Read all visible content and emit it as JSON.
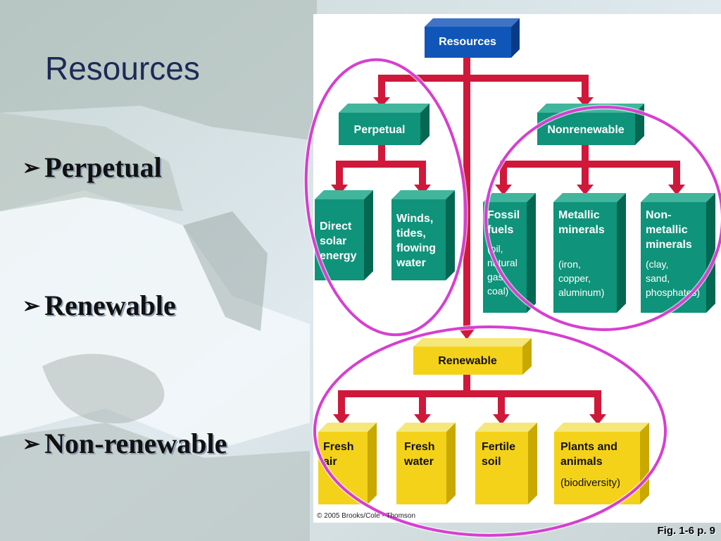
{
  "slide": {
    "title": "Resources",
    "bullets": [
      "Perpetual",
      "Renewable",
      "Non-renewable"
    ],
    "caption": "Fig. 1-6 p. 9"
  },
  "diagram": {
    "copyright": "© 2005 Brooks/Cole - Thomson",
    "nodes": {
      "resources": "Resources",
      "perpetual": "Perpetual",
      "nonrenewable": "Nonrenewable",
      "renewable": "Renewable",
      "direct_solar": [
        "Direct",
        "solar",
        "energy"
      ],
      "winds": [
        "Winds,",
        "tides,",
        "flowing",
        "water"
      ],
      "fossil": {
        "title": [
          "Fossil",
          "fuels"
        ],
        "detail": [
          "(oil,",
          "natural",
          "gas,",
          "coal)"
        ]
      },
      "metallic": {
        "title": [
          "Metallic",
          "minerals"
        ],
        "detail": [
          "(iron,",
          "copper,",
          "aluminum)"
        ]
      },
      "nonmetallic": {
        "title": [
          "Non-",
          "metallic",
          "minerals"
        ],
        "detail": [
          "(clay,",
          "sand,",
          "phosphates)"
        ]
      },
      "fresh_air": [
        "Fresh",
        "air"
      ],
      "fresh_water": [
        "Fresh",
        "water"
      ],
      "fertile_soil": [
        "Fertile",
        "soil"
      ],
      "plants": {
        "title": [
          "Plants and",
          "animals"
        ],
        "detail": [
          "(biodiversity)"
        ]
      }
    }
  }
}
